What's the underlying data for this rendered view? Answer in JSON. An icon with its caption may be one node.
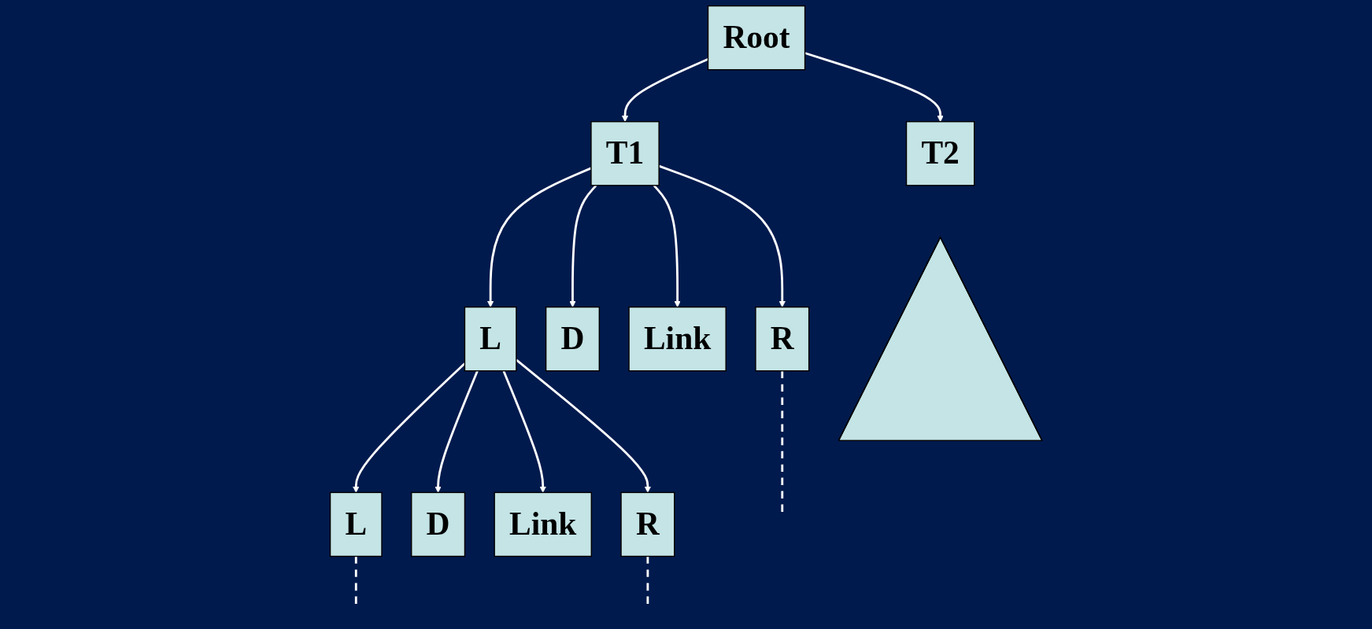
{
  "diagram": {
    "nodes": [
      {
        "text": [
          "Root"
        ]
      },
      {
        "text": [
          "T1"
        ]
      },
      {
        "text": [
          "T2"
        ]
      },
      {
        "text": [
          "L"
        ]
      },
      {
        "text": [
          "D"
        ]
      },
      {
        "text": [
          "Link"
        ]
      },
      {
        "text": [
          "R"
        ]
      },
      {
        "text": [
          "L"
        ]
      },
      {
        "text": [
          "D"
        ]
      },
      {
        "text": [
          "Link"
        ]
      },
      {
        "text": [
          "R"
        ]
      },
      {
        "text": [],
        "shape": "triangle"
      }
    ],
    "edges": [
      {
        "from": 0,
        "to": 1,
        "arrow": "to"
      },
      {
        "from": 0,
        "to": 2,
        "arrow": "to"
      },
      {
        "from": 1,
        "to": 3,
        "arrow": "to"
      },
      {
        "from": 1,
        "to": 4,
        "arrow": "to"
      },
      {
        "from": 1,
        "to": 5,
        "arrow": "to"
      },
      {
        "from": 1,
        "to": 6,
        "arrow": "to"
      },
      {
        "from": 3,
        "to": 7,
        "arrow": "to"
      },
      {
        "from": 3,
        "to": 8,
        "arrow": "to"
      },
      {
        "from": 3,
        "to": 9,
        "arrow": "to"
      },
      {
        "from": 3,
        "to": 10,
        "arrow": "to"
      },
      {
        "from": 6,
        "to": null,
        "arrow": "none",
        "style": "dashed"
      },
      {
        "from": 7,
        "to": null,
        "arrow": "none",
        "style": "dashed"
      },
      {
        "from": 10,
        "to": null,
        "arrow": "none",
        "style": "dashed"
      }
    ]
  }
}
